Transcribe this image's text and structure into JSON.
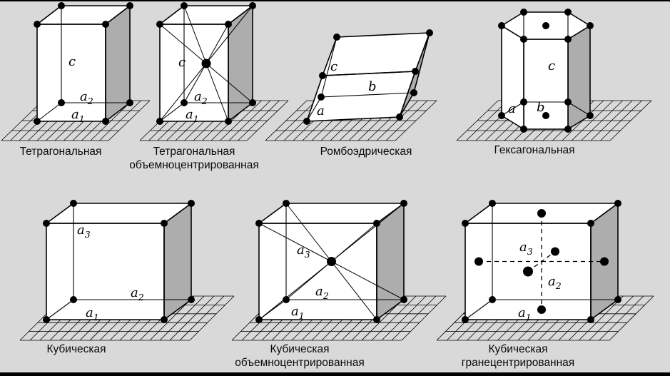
{
  "background": "#d9d9d9",
  "palette": {
    "line": "#000000",
    "fill_light": "#ffffff",
    "fill_shaded": "#adadad",
    "dot": "#000000"
  },
  "figures": [
    {
      "id": "tetragonal",
      "type": "prism",
      "caption_lines": [
        "Тетрагональная"
      ],
      "labels": [
        "c",
        "a2",
        "a1"
      ]
    },
    {
      "id": "tetragonal-body-centered",
      "type": "prism-bcc",
      "caption_lines": [
        "Тетрагональная",
        "объемноцентрированная"
      ],
      "labels": [
        "c",
        "a2",
        "a1"
      ]
    },
    {
      "id": "rhombohedral",
      "type": "rhombohedron",
      "caption_lines": [
        "Ромбоэдрическая"
      ],
      "labels": [
        "c",
        "b",
        "a"
      ]
    },
    {
      "id": "hexagonal",
      "type": "hex-prism",
      "caption_lines": [
        "Гексагональная"
      ],
      "labels": [
        "c",
        "a",
        "b"
      ]
    },
    {
      "id": "cubic",
      "type": "prism",
      "caption_lines": [
        "Кубическая"
      ],
      "labels": [
        "a3",
        "a2",
        "a1"
      ]
    },
    {
      "id": "cubic-body-centered",
      "type": "prism-bcc",
      "caption_lines": [
        "Кубическая",
        "объемноцентрированная"
      ],
      "labels": [
        "a3",
        "a2",
        "a1"
      ]
    },
    {
      "id": "cubic-face-centered",
      "type": "prism-fcc",
      "caption_lines": [
        "Кубическая",
        "гранецентрированная"
      ],
      "labels": [
        "a3",
        "a2",
        "a1"
      ]
    }
  ]
}
